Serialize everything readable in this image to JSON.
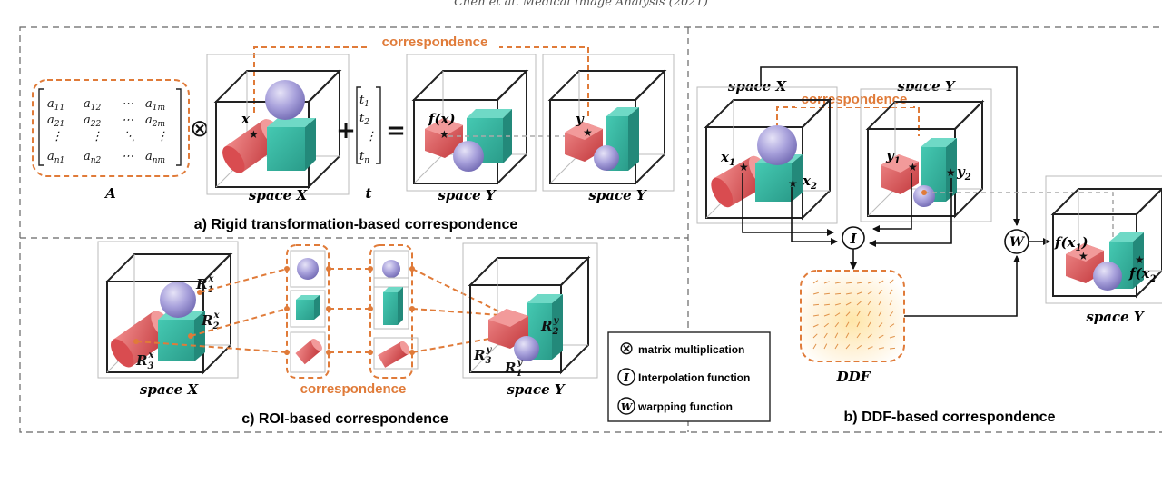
{
  "header": {
    "text": "Chen et al. Medical Image Analysis (2021)"
  },
  "panels": {
    "a": {
      "caption": "a) Rigid transformation-based correspondence",
      "correspondence": "correspondence",
      "matrix": {
        "r1": [
          "a11",
          "a12",
          "⋯",
          "a1m"
        ],
        "r2": [
          "a21",
          "a22",
          "⋯",
          "a2m"
        ],
        "r3": [
          "⋮",
          "⋮",
          "⋱",
          "⋮"
        ],
        "r4": [
          "an1",
          "an2",
          "⋯",
          "anm"
        ]
      },
      "vector": [
        "t1",
        "t2",
        "⋮",
        "tn"
      ],
      "otimes": "⊗",
      "plus": "+",
      "equals": "=",
      "labels": {
        "A": "A",
        "spaceX": "space X",
        "t": "t",
        "spaceY1": "space Y",
        "spaceY2": "space Y",
        "x": "x",
        "fx": "f(x)",
        "y": "y"
      }
    },
    "b": {
      "caption": "b) DDF-based correspondence",
      "correspondence": "correspondence",
      "labels": {
        "spaceX": "space X",
        "spaceY": "space Y",
        "spaceYout": "space Y",
        "x1": "x1",
        "x2": "x2",
        "y1": "y1",
        "y2": "y2",
        "fx1": "f(x1)",
        "fx2": "f(x2)",
        "ddf": "DDF",
        "I": "I",
        "W": "W"
      }
    },
    "c": {
      "caption": "c) ROI-based correspondence",
      "correspondence": "correspondence",
      "labels": {
        "spaceX": "space X",
        "spaceY": "space Y",
        "R1x": "R1x",
        "R2x": "R2x",
        "R3x": "R3x",
        "R1y": "R1y",
        "R2y": "R2y",
        "R3y": "R3y"
      }
    }
  },
  "legend": {
    "items": [
      {
        "symbol": "⊗",
        "label": "matrix multiplication"
      },
      {
        "symbol": "I",
        "label": "Interpolation function"
      },
      {
        "symbol": "W",
        "label": "warpping function"
      }
    ]
  },
  "colors": {
    "orange": "#e07b39",
    "red": "#e25d5f",
    "purple": "#a29bd6",
    "teal": "#3fbfa9",
    "dash": "#555555"
  }
}
